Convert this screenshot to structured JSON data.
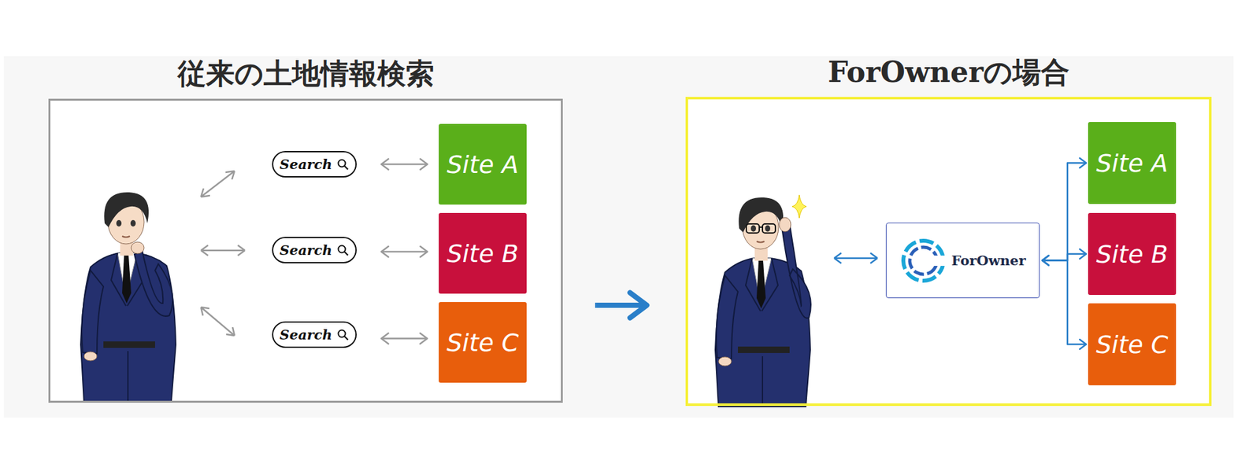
{
  "diagram": {
    "nodes": [
      {
        "text": [
          "従来の土地情報検索"
        ]
      },
      {
        "text": [
          "Search"
        ],
        "in": 0
      },
      {
        "text": [
          "Search"
        ],
        "in": 0
      },
      {
        "text": [
          "Search"
        ],
        "in": 0
      },
      {
        "text": [
          "Site A"
        ],
        "in": 0
      },
      {
        "text": [
          "Site B"
        ],
        "in": 0
      },
      {
        "text": [
          "Site C"
        ],
        "in": 0
      },
      {
        "text": [
          "ForOwnerの場合"
        ]
      },
      {
        "text": [
          "ForOwner"
        ],
        "in": 7
      },
      {
        "text": [
          "Site A"
        ],
        "in": 7
      },
      {
        "text": [
          "Site B"
        ],
        "in": 7
      },
      {
        "text": [
          "Site C"
        ],
        "in": 7
      }
    ],
    "edges": [
      {
        "from": 1,
        "to": 4,
        "arrow": "both"
      },
      {
        "from": 2,
        "to": 5,
        "arrow": "both"
      },
      {
        "from": 3,
        "to": 6,
        "arrow": "both"
      },
      {
        "from": 8,
        "to": 9,
        "arrow": "both"
      },
      {
        "from": 8,
        "to": 10,
        "arrow": "both"
      },
      {
        "from": 8,
        "to": 11,
        "arrow": "both"
      },
      {
        "from": 0,
        "to": 7,
        "arrow": "to"
      }
    ]
  }
}
